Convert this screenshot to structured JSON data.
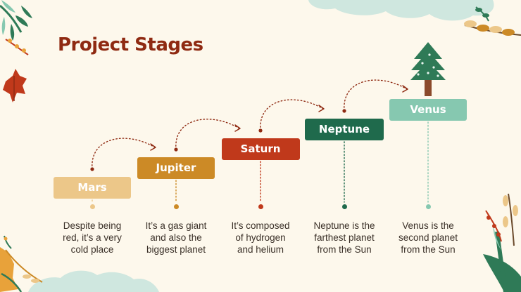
{
  "title": "Project Stages",
  "colors": {
    "title": "#8f2a12",
    "background": "#fdf8ec"
  },
  "stages": [
    {
      "name": "Mars",
      "color": "#ecc789",
      "description": [
        "Despite being",
        "red, it’s a very",
        "cold place"
      ]
    },
    {
      "name": "Jupiter",
      "color": "#cc8a26",
      "description": [
        "It’s a gas giant",
        "and also the",
        "biggest planet"
      ]
    },
    {
      "name": "Saturn",
      "color": "#c0391b",
      "description": [
        "It’s composed",
        "of hydrogen",
        "and helium"
      ]
    },
    {
      "name": "Neptune",
      "color": "#1f6a4c",
      "description": [
        "Neptune is the",
        "farthest planet",
        "from the Sun"
      ]
    },
    {
      "name": "Venus",
      "color": "#86c8b0",
      "description": [
        "Venus is the",
        "second planet",
        "from the Sun"
      ]
    }
  ],
  "decorations": [
    "pine-tree-icon",
    "autumn-leaf-icon",
    "leafy-branch-icon",
    "berry-branch-icon",
    "fern-icon"
  ]
}
